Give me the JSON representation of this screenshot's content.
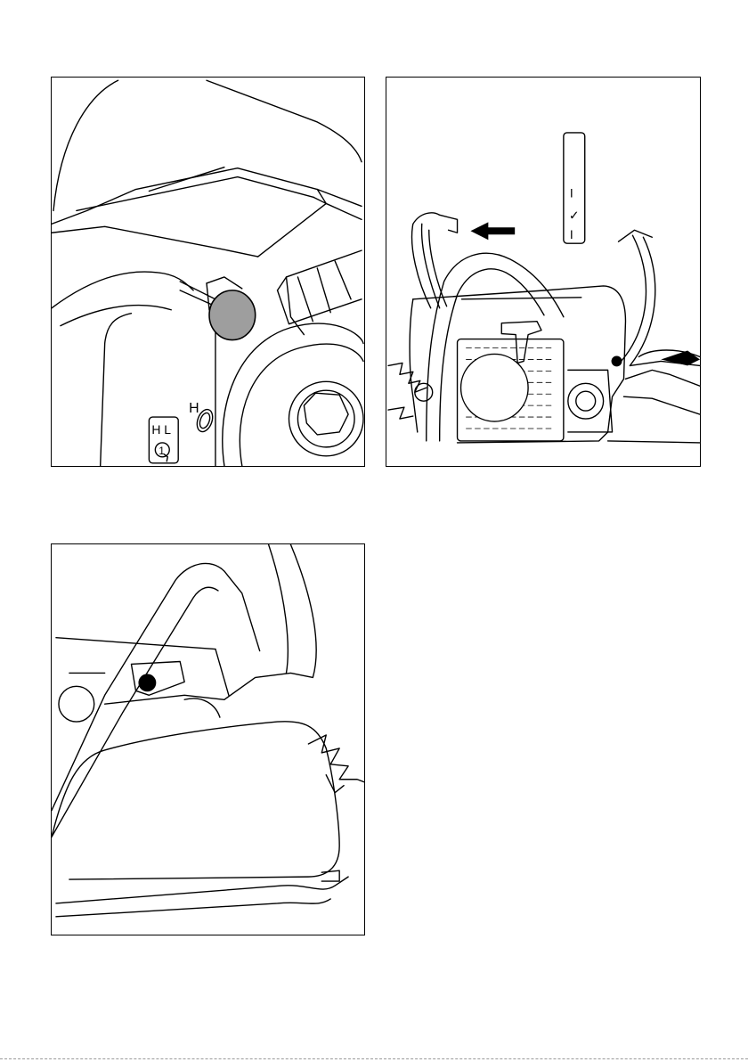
{
  "panel_a": {
    "label_h": "H",
    "label_hl": "H L",
    "label_one": "1"
  },
  "panel_b": {
    "switch_top": "I",
    "switch_mid": "✓",
    "switch_bottom": "I"
  },
  "colors": {
    "line": "#000000",
    "highlight_cap": "#9e9e9e",
    "plug_dot": "#000000"
  }
}
